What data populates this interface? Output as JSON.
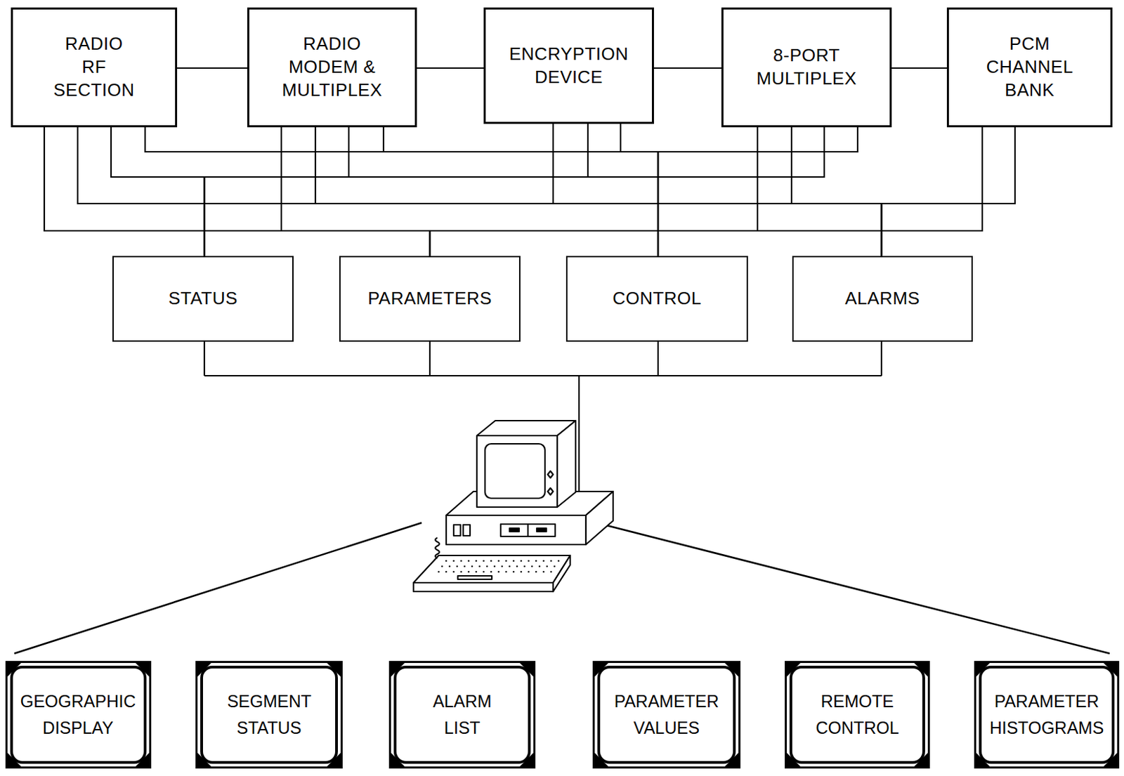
{
  "diagram": {
    "nodes": [
      {
        "text": [
          "RADIO RF SECTION"
        ]
      },
      {
        "text": [
          "RADIO MODEM & MULTIPLEX"
        ]
      },
      {
        "text": [
          "ENCRYPTION DEVICE"
        ]
      },
      {
        "text": [
          "8-PORT MULTIPLEX"
        ]
      },
      {
        "text": [
          "PCM CHANNEL BANK"
        ]
      },
      {
        "text": [
          "STATUS"
        ]
      },
      {
        "text": [
          "PARAMETERS"
        ]
      },
      {
        "text": [
          "CONTROL"
        ]
      },
      {
        "text": [
          "ALARMS"
        ]
      },
      {
        "text": [
          "GEOGRAPHIC DISPLAY"
        ]
      },
      {
        "text": [
          "SEGMENT STATUS"
        ]
      },
      {
        "text": [
          "ALARM LIST"
        ]
      },
      {
        "text": [
          "PARAMETER VALUES"
        ]
      },
      {
        "text": [
          "REMOTE CONTROL"
        ]
      },
      {
        "text": [
          "PARAMETER HISTOGRAMS"
        ]
      }
    ],
    "edges": [
      {
        "from": 0,
        "to": 1,
        "arrow": "none"
      },
      {
        "from": 1,
        "to": 2,
        "arrow": "none"
      },
      {
        "from": 2,
        "to": 3,
        "arrow": "none"
      },
      {
        "from": 3,
        "to": 4,
        "arrow": "none"
      },
      {
        "from": 0,
        "to": 5,
        "arrow": "none"
      },
      {
        "from": 1,
        "to": 5,
        "arrow": "none"
      },
      {
        "from": 2,
        "to": 5,
        "arrow": "none"
      },
      {
        "from": 3,
        "to": 5,
        "arrow": "none"
      },
      {
        "from": 0,
        "to": 6,
        "arrow": "none"
      },
      {
        "from": 1,
        "to": 6,
        "arrow": "none"
      },
      {
        "from": 3,
        "to": 6,
        "arrow": "none"
      },
      {
        "from": 4,
        "to": 6,
        "arrow": "none"
      },
      {
        "from": 0,
        "to": 7,
        "arrow": "none"
      },
      {
        "from": 1,
        "to": 7,
        "arrow": "none"
      },
      {
        "from": 2,
        "to": 7,
        "arrow": "none"
      },
      {
        "from": 3,
        "to": 7,
        "arrow": "none"
      },
      {
        "from": 0,
        "to": 8,
        "arrow": "none"
      },
      {
        "from": 1,
        "to": 8,
        "arrow": "none"
      },
      {
        "from": 2,
        "to": 8,
        "arrow": "none"
      },
      {
        "from": 3,
        "to": 8,
        "arrow": "none"
      },
      {
        "from": 4,
        "to": 8,
        "arrow": "none"
      }
    ]
  }
}
